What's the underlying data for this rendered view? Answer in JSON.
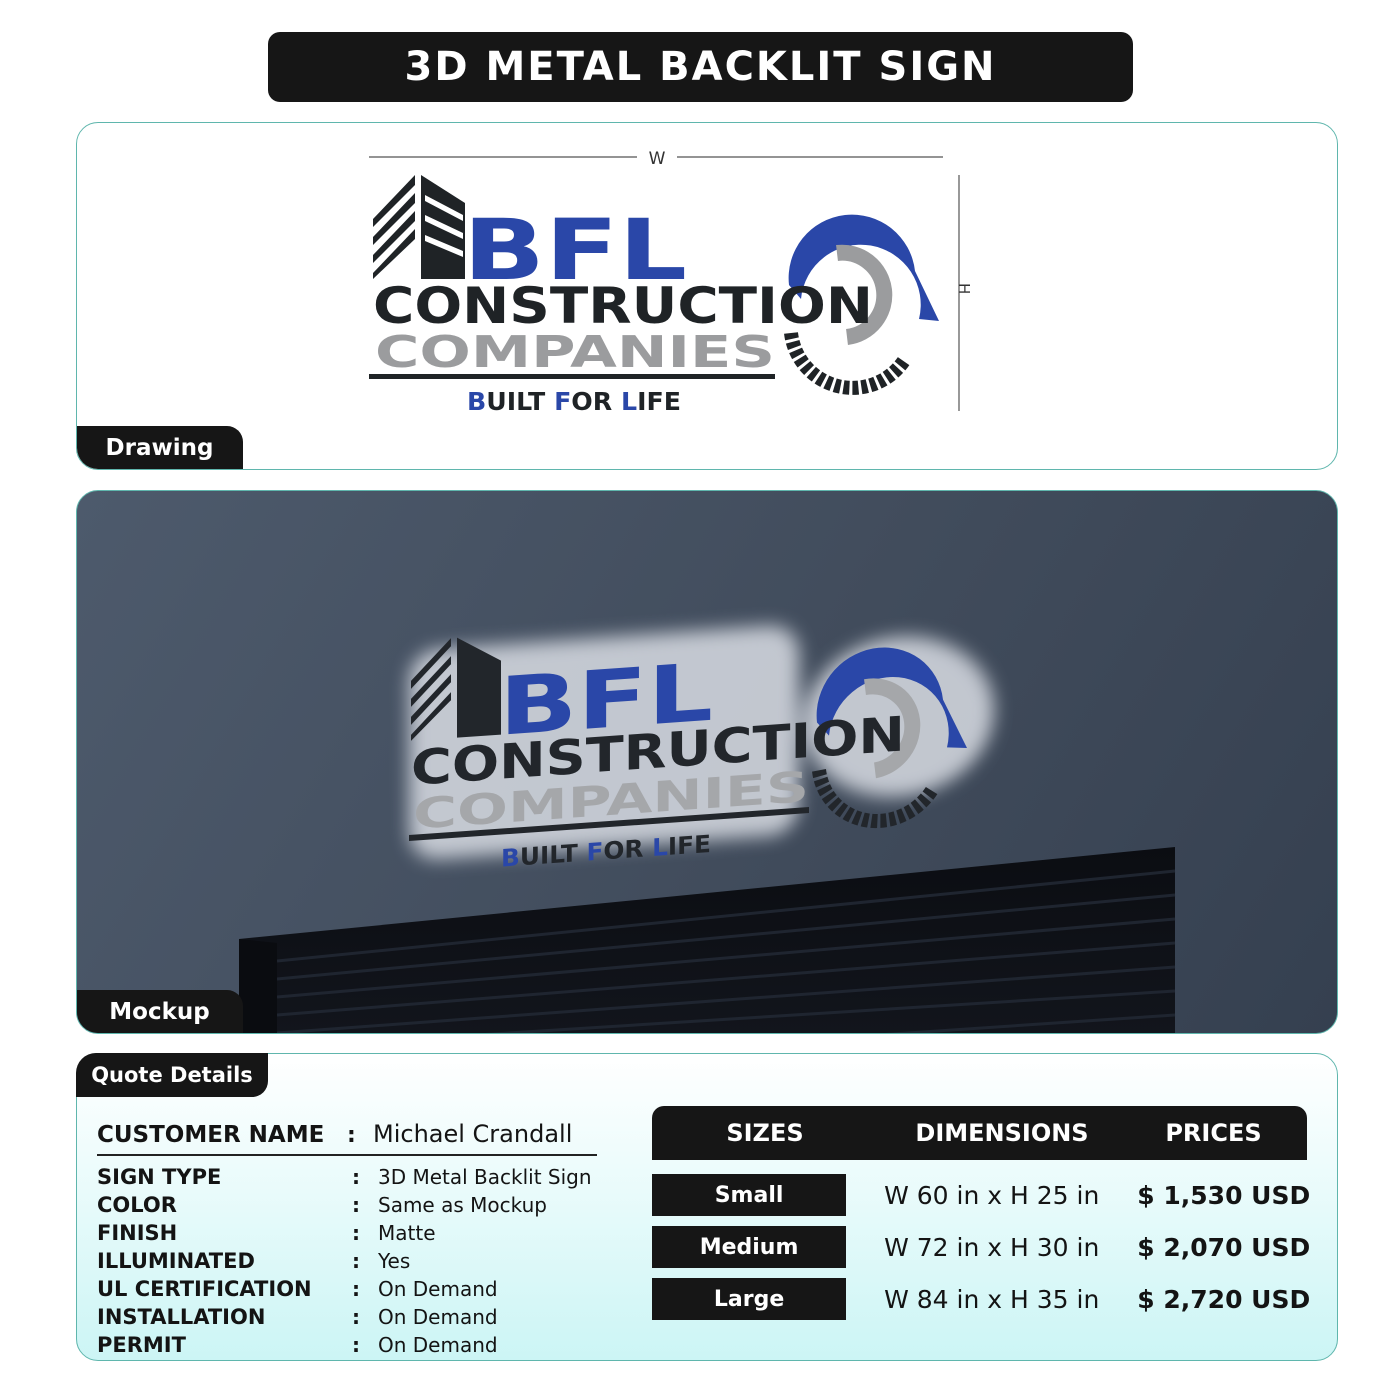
{
  "title": "3D METAL BACKLIT SIGN",
  "drawing": {
    "tab_label": "Drawing",
    "width_marker": "W",
    "height_marker": "H"
  },
  "mockup": {
    "tab_label": "Mockup"
  },
  "logo": {
    "line1": "BFL",
    "line2": "CONSTRUCTION",
    "line3": "COMPANIES",
    "tagline_parts": [
      "B",
      "UILT ",
      "F",
      "OR ",
      "L",
      "IFE"
    ],
    "colors": {
      "blue": "#2a47a8",
      "dark": "#1f2326",
      "gray": "#9b9c9e"
    }
  },
  "quote": {
    "tab_label": "Quote Details",
    "customer": {
      "label": "CUSTOMER NAME",
      "value": "Michael Crandall"
    },
    "specs": [
      {
        "label": "SIGN TYPE",
        "value": "3D Metal Backlit Sign"
      },
      {
        "label": "COLOR",
        "value": "Same as Mockup"
      },
      {
        "label": "FINISH",
        "value": "Matte"
      },
      {
        "label": "ILLUMINATED",
        "value": "Yes"
      },
      {
        "label": "UL CERTIFICATION",
        "value": "On Demand"
      },
      {
        "label": "INSTALLATION",
        "value": "On Demand"
      },
      {
        "label": "PERMIT",
        "value": "On Demand"
      }
    ],
    "table": {
      "headers": [
        "SIZES",
        "DIMENSIONS",
        "PRICES"
      ],
      "rows": [
        {
          "size": "Small",
          "dimensions": "W 60 in x H 25 in",
          "price": "$ 1,530 USD"
        },
        {
          "size": "Medium",
          "dimensions": "W 72 in x H 30 in",
          "price": "$ 2,070 USD"
        },
        {
          "size": "Large",
          "dimensions": "W 84 in x H 35 in",
          "price": "$ 2,720 USD"
        }
      ]
    }
  }
}
